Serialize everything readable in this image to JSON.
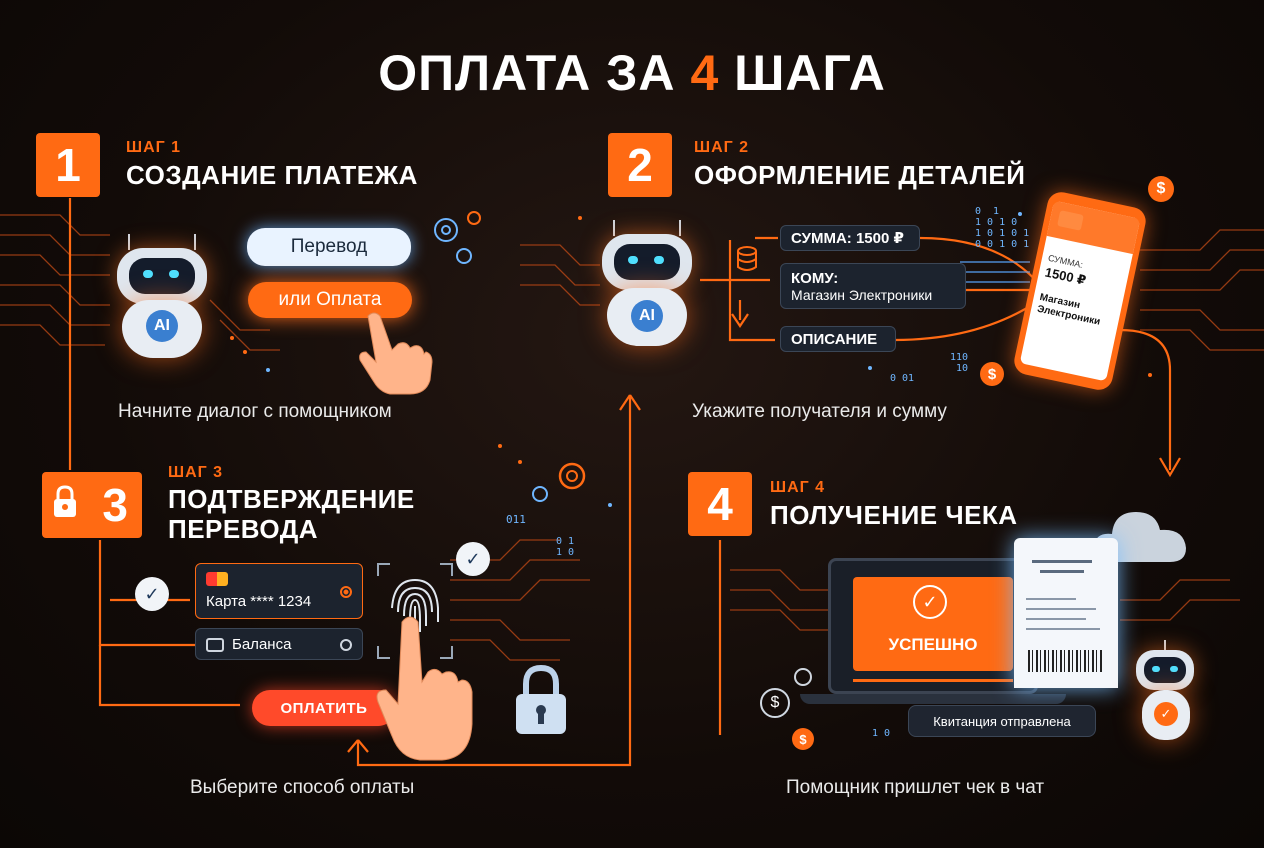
{
  "title": {
    "prefix": "ОПЛАТА ЗА ",
    "accent": "4",
    "suffix": " ШАГА"
  },
  "colors": {
    "accent": "#ff6a13",
    "background": "#120b08",
    "button": "#ff4a2a",
    "screen": "#ff6a13"
  },
  "step1": {
    "number": "1",
    "label": "ШАГ 1",
    "name": "СОЗДАНИЕ ПЛАТЕЖА",
    "ai_badge": "AI",
    "bubble_transfer": "Перевод",
    "bubble_payment": "или Оплата",
    "caption": "Начните диалог с помощником"
  },
  "step2": {
    "number": "2",
    "label": "ШАГ 2",
    "name": "ОФОРМЛЕНИЕ ДЕТАЛЕЙ",
    "ai_badge": "AI",
    "field_amount": "СУММА: 1500 ₽",
    "field_to_label": "КОМУ:",
    "field_to_value": "Магазин Электроники",
    "field_description": "ОПИСАНИЕ",
    "phone_amount_label": "СУММА:",
    "phone_amount": "1500 ₽",
    "phone_recipient_1": "Магазин",
    "phone_recipient_2": "Электроники",
    "bits_1": "0  1\n1 0 1 0\n1 0 1 0 1\n0 0 1 0 1",
    "bits_2": "110\n 10",
    "bits_3": "0 01",
    "caption": "Укажите получателя и сумму"
  },
  "step3": {
    "number": "3",
    "label": "ШАГ 3",
    "name_line1": "ПОДТВЕРЖДЕНИЕ",
    "name_line2": "ПЕРЕВОДА",
    "card_option": "Карта **** 1234",
    "balance_option": "Балансa",
    "pay_button": "ОПЛАТИТЬ",
    "bits_1": "011",
    "bits_2": "0 1\n1 0",
    "caption": "Выберите способ оплаты"
  },
  "step4": {
    "number": "4",
    "label": "ШАГ 4",
    "name": "ПОЛУЧЕНИЕ ЧЕКА",
    "status": "УСПЕШНО",
    "toast": "Квитанция отправлена",
    "bits_1": "1 0",
    "caption": "Помощник пришлет чек в чат"
  },
  "icons": {
    "coin": "dollar-coin-icon",
    "gear": "gear-icon",
    "lock": "padlock-icon",
    "fingerprint": "fingerprint-icon",
    "check": "checkmark-icon",
    "cloud": "cloud-icon",
    "hand": "pointing-hand-icon",
    "database": "database-icon"
  },
  "coin_symbol": "$"
}
